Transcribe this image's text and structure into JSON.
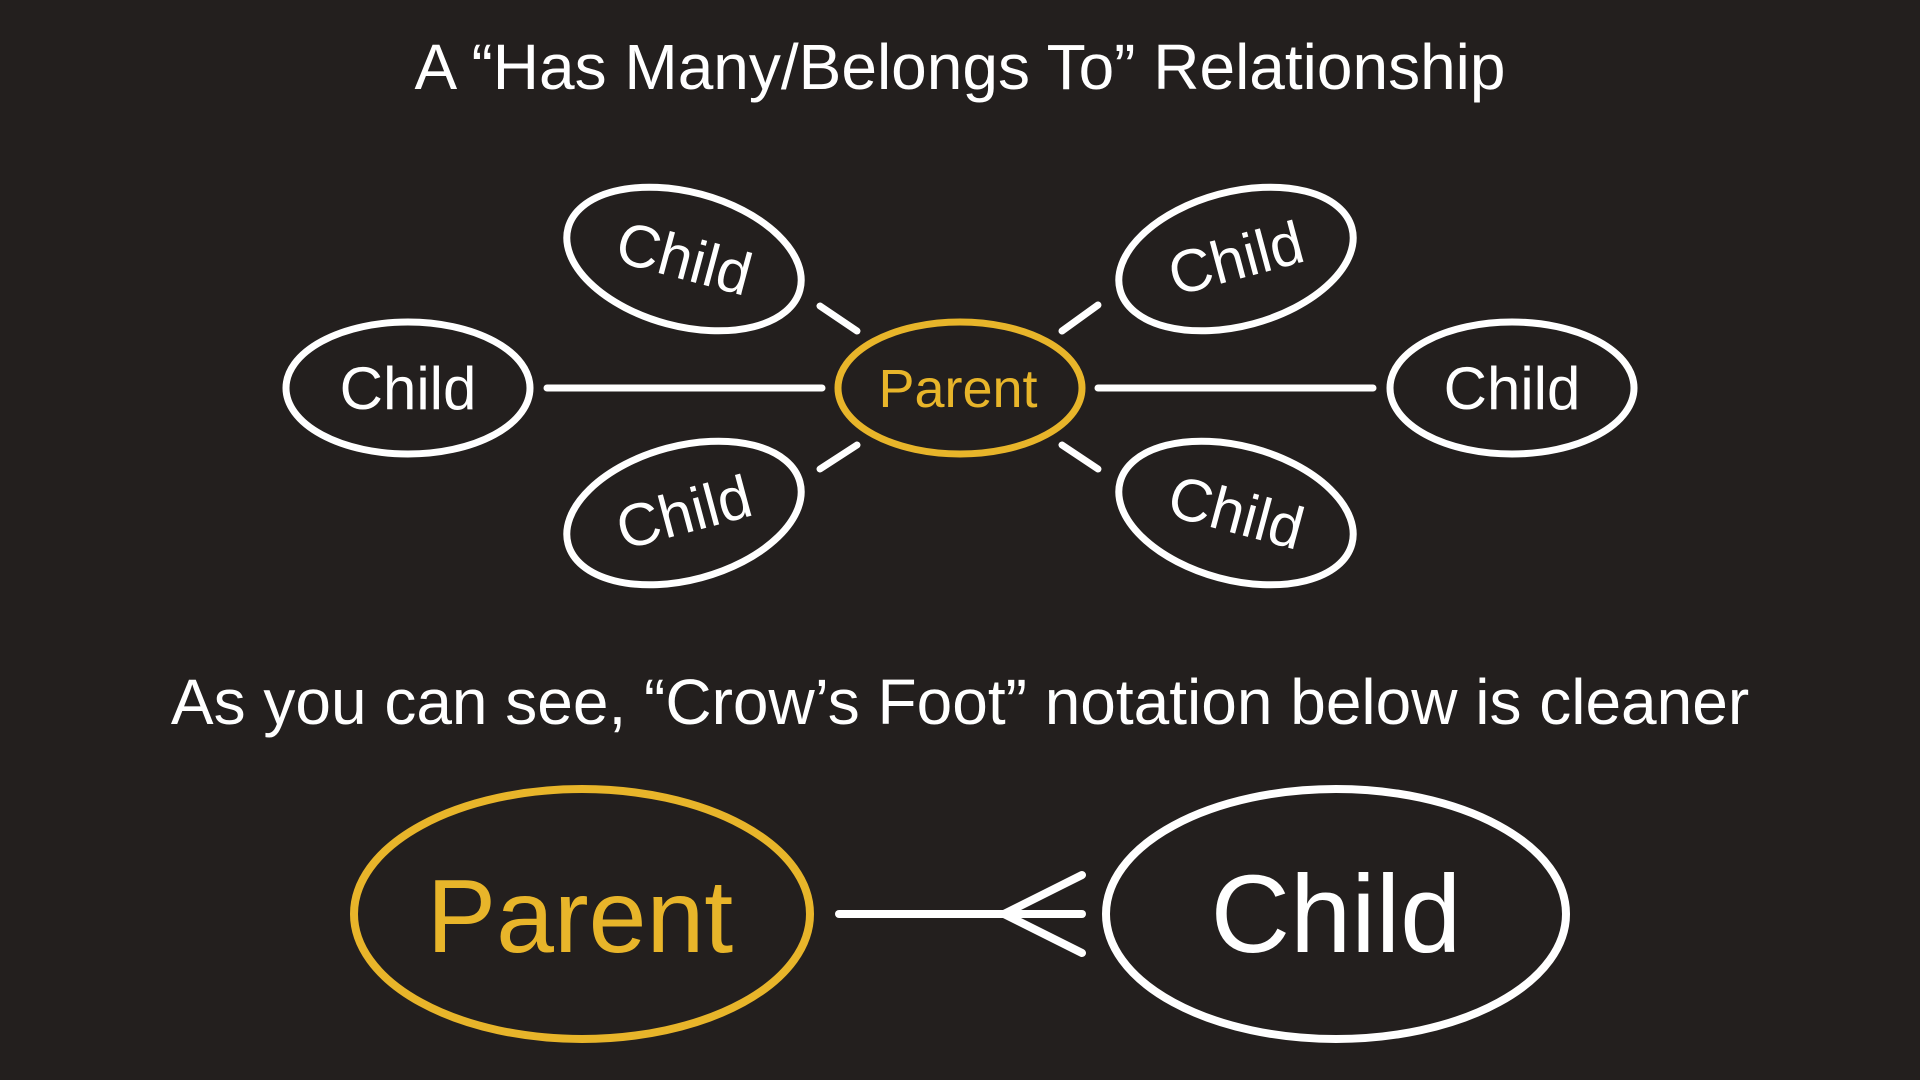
{
  "title": "A “Has Many/Belongs To” Relationship",
  "subtitle": "As you can see, “Crow’s Foot” notation below is cleaner",
  "colors": {
    "background": "#231f1e",
    "text": "#ffffff",
    "parent_accent": "#e8b52a",
    "child_stroke": "#ffffff"
  },
  "top_diagram": {
    "parent_label": "Parent",
    "children": [
      {
        "label": "Child",
        "position": "top-left"
      },
      {
        "label": "Child",
        "position": "top-right"
      },
      {
        "label": "Child",
        "position": "left"
      },
      {
        "label": "Child",
        "position": "right"
      },
      {
        "label": "Child",
        "position": "bottom-left"
      },
      {
        "label": "Child",
        "position": "bottom-right"
      }
    ]
  },
  "bottom_diagram": {
    "parent_label": "Parent",
    "child_label": "Child",
    "notation": "crows-foot"
  }
}
